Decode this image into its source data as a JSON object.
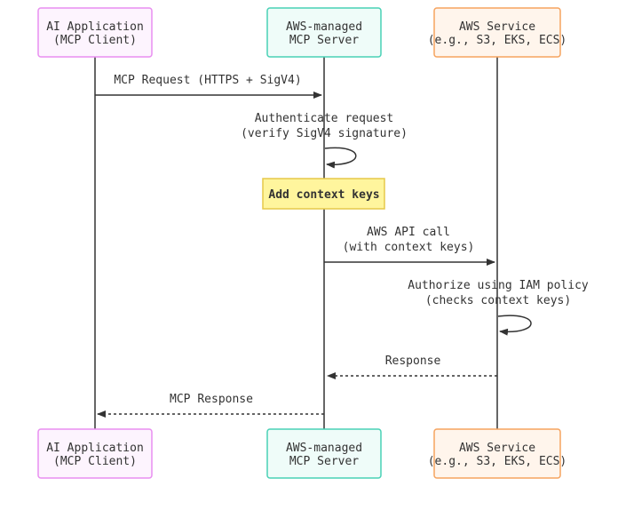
{
  "participants": [
    {
      "id": "client",
      "line1": "AI Application",
      "line2": "(MCP Client)",
      "stroke": "#e98ef0",
      "fill": "#fdf4fe"
    },
    {
      "id": "server",
      "line1": "AWS-managed",
      "line2": "MCP Server",
      "stroke": "#48d1b5",
      "fill": "#effcf9"
    },
    {
      "id": "service",
      "line1": "AWS Service",
      "line2": "(e.g., S3, EKS, ECS)",
      "stroke": "#f5a35f",
      "fill": "#fff5ec"
    }
  ],
  "messages": [
    {
      "text": "MCP Request (HTTPS + SigV4)"
    },
    {
      "text1": "Authenticate request",
      "text2": "(verify SigV4 signature)"
    },
    {
      "text1": "AWS API call",
      "text2": "(with context keys)"
    },
    {
      "text1": "Authorize using IAM policy",
      "text2": "(checks context keys)"
    },
    {
      "text": "Response"
    },
    {
      "text": "MCP Response"
    }
  ],
  "note": {
    "text": "Add context keys",
    "fill": "#fff59d",
    "stroke": "#e6c84a"
  },
  "colors": {
    "lifeline": "#333333",
    "arrow": "#333333"
  }
}
